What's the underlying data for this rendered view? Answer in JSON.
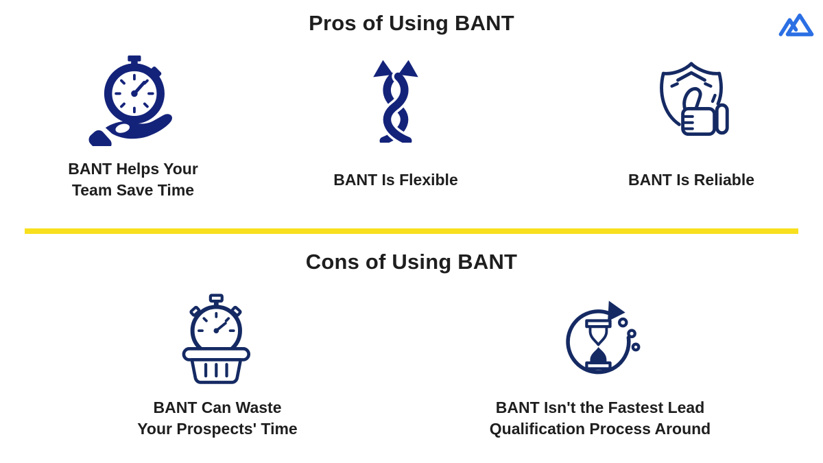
{
  "titles": {
    "pros": "Pros of Using BANT",
    "cons": "Cons of Using BANT"
  },
  "pros": [
    {
      "icon": "stopwatch-hand-icon",
      "lines": [
        "BANT Helps Your",
        "Team Save Time"
      ]
    },
    {
      "icon": "twisted-arrows-icon",
      "lines": [
        "BANT Is Flexible"
      ]
    },
    {
      "icon": "shield-thumbs-up-icon",
      "lines": [
        "BANT Is Reliable"
      ]
    }
  ],
  "cons": [
    {
      "icon": "basket-stopwatch-icon",
      "lines": [
        "BANT Can Waste",
        "Your Prospects' Time"
      ]
    },
    {
      "icon": "hourglass-cycle-icon",
      "lines": [
        "BANT Isn't the Fastest Lead",
        "Qualification Process Around"
      ]
    }
  ],
  "colors": {
    "icon_solid": "#14237A",
    "icon_outline": "#152A63",
    "logo_blue": "#2B6FE4",
    "divider_yellow": "#F8E01F",
    "text": "#1E1E1E",
    "background": "#FFFFFF"
  }
}
